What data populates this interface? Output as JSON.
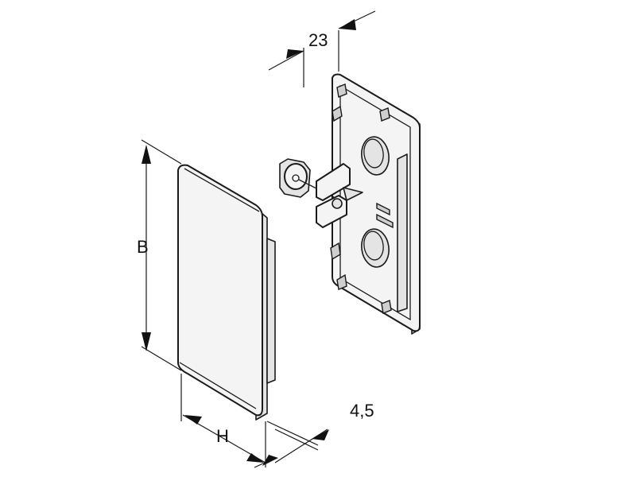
{
  "dimensions": {
    "width_label": "23",
    "height_label": "B",
    "depth_label": "H",
    "thickness_label": "4,5"
  }
}
